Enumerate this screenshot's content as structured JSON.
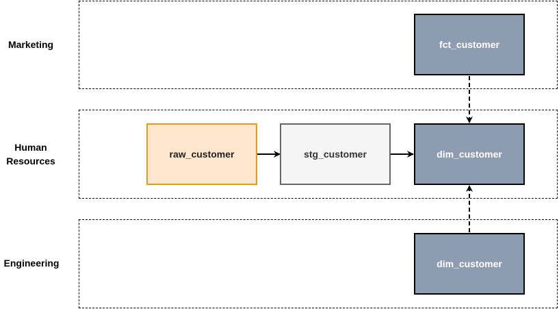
{
  "lanes": [
    {
      "label": "Marketing"
    },
    {
      "label": "Human\nResources"
    },
    {
      "label": "Engineering"
    }
  ],
  "nodes": {
    "fct_customer": "fct_customer",
    "raw_customer": "raw_customer",
    "stg_customer": "stg_customer",
    "dim_customer_hr": "dim_customer",
    "dim_customer_eng": "dim_customer"
  },
  "colors": {
    "dark_fill": "#8e9cb2",
    "raw_fill": "#ffe6cc",
    "raw_border": "#d6a214",
    "stg_fill": "#f5f5f5",
    "stg_border": "#666666"
  }
}
